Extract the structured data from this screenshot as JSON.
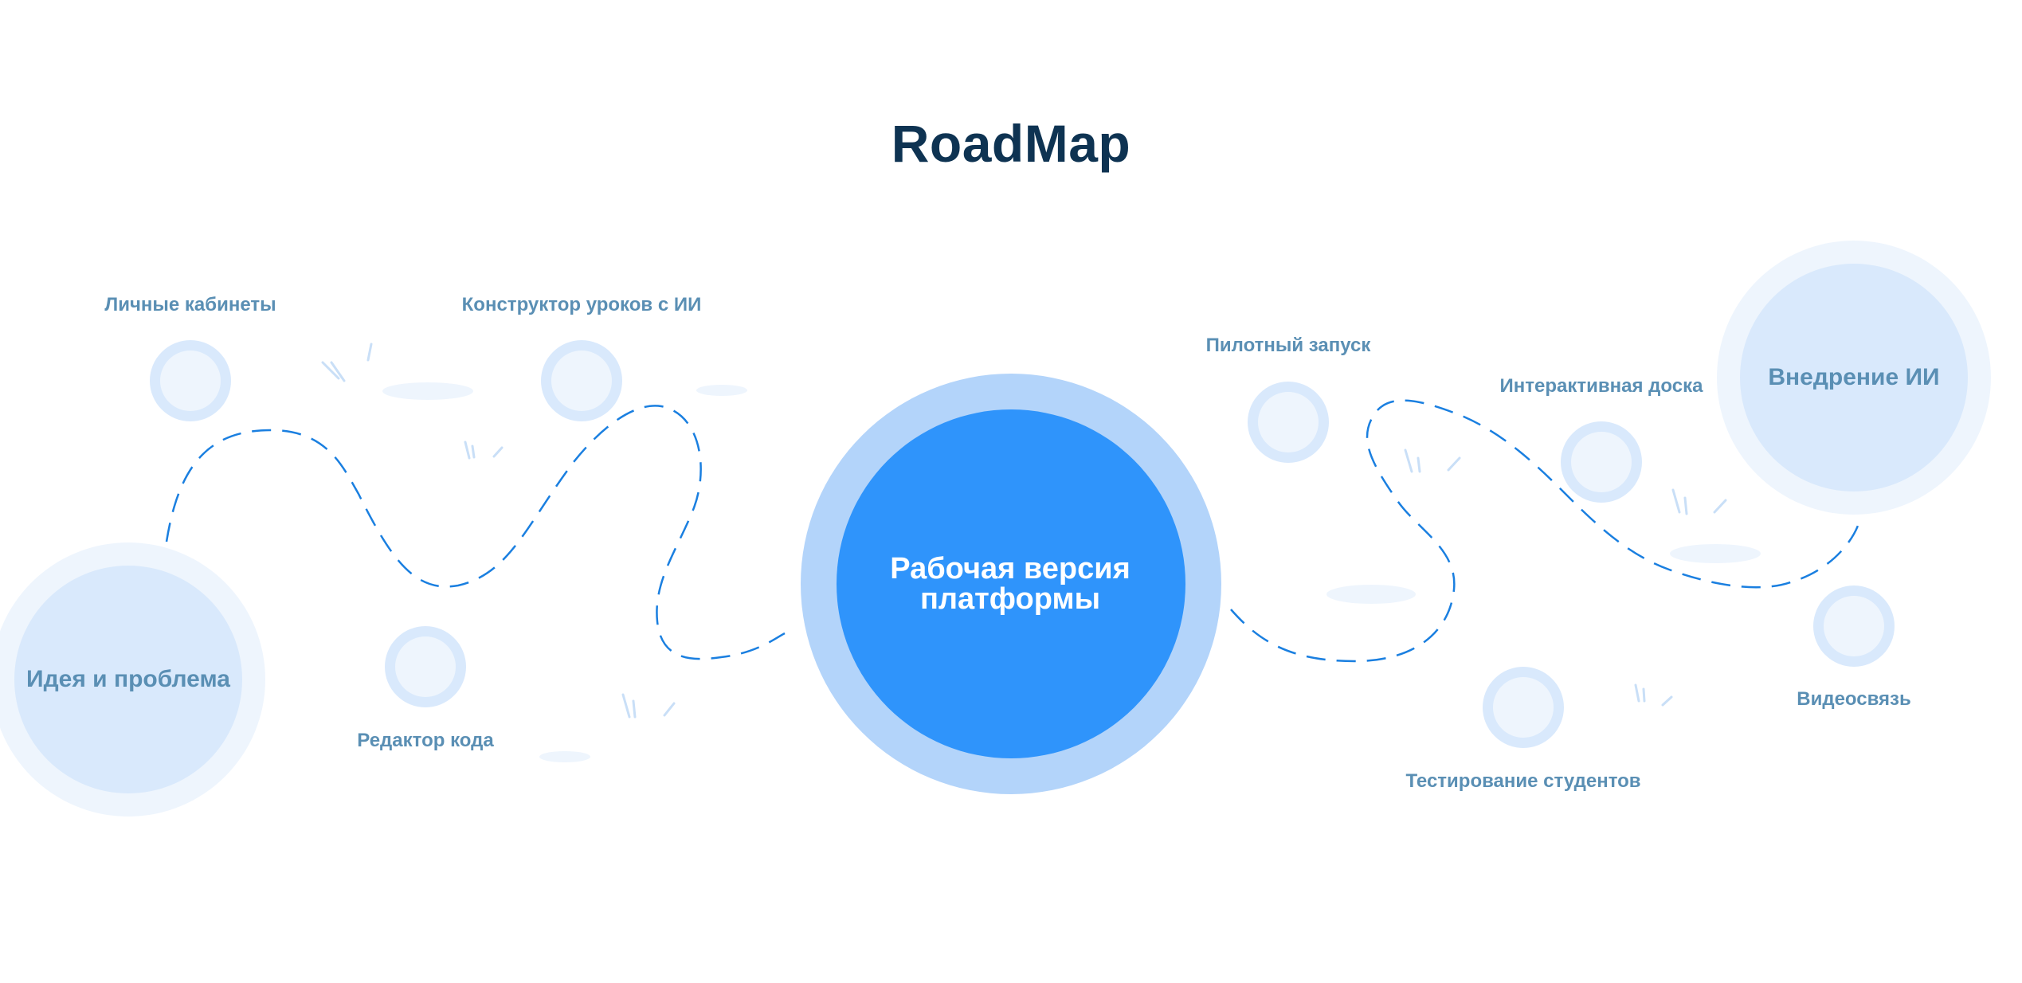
{
  "title": "RoadMap",
  "colors": {
    "title": "#0e3352",
    "label": "#5a8fb4",
    "path": "#1a7fe0",
    "center_fill": "#2f94fb",
    "center_ring": "#b3d4fa",
    "milestone_fill": "#d9e9fc",
    "milestone_ring": "#eef5fd",
    "node_ring": "#d9e9fc",
    "node_fill": "#eef5fd"
  },
  "milestones": {
    "start": "Идея и проблема",
    "center_line1": "Рабочая версия",
    "center_line2": "платформы",
    "end": "Внедрение ИИ"
  },
  "steps": {
    "personal_accounts": "Личные кабинеты",
    "lesson_builder": "Конструктор уроков с ИИ",
    "code_editor": "Редактор кода",
    "pilot_launch": "Пилотный запуск",
    "interactive_board": "Интерактивная доска",
    "student_testing": "Тестирование студентов",
    "video_call": "Видеосвязь"
  },
  "icons": {
    "step_marker": "circle-node-icon",
    "decoration": "grass-tuft-icon"
  }
}
